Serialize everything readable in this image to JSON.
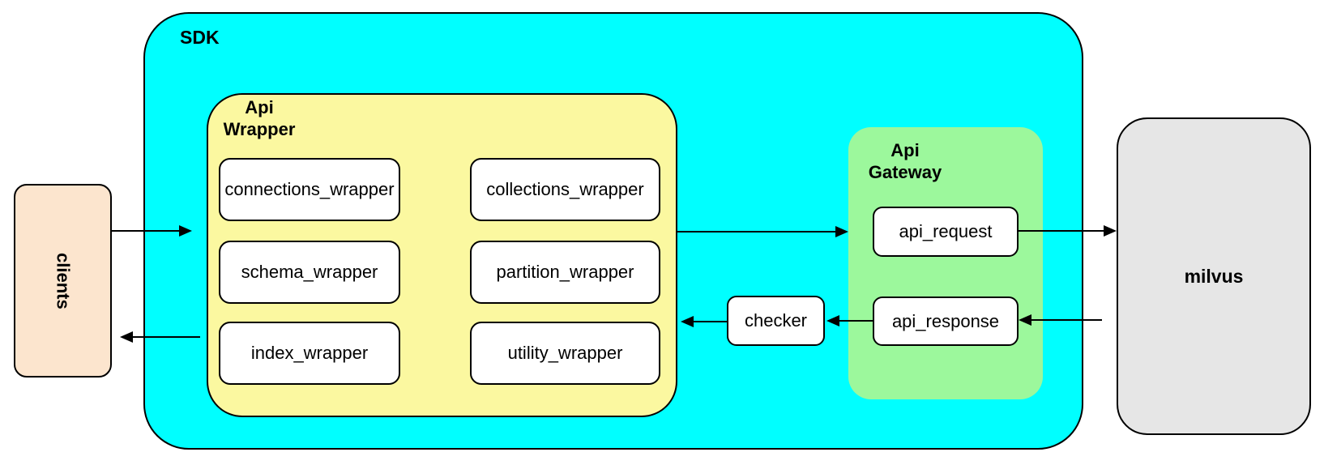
{
  "nodes": {
    "clients": {
      "label": "clients"
    },
    "sdk": {
      "label": "SDK"
    },
    "api_wrapper": {
      "label": [
        "Api",
        "Wrapper"
      ],
      "boxes": [
        "connections_wrapper",
        "collections_wrapper",
        "schema_wrapper",
        "partition_wrapper",
        "index_wrapper",
        "utility_wrapper"
      ]
    },
    "checker": {
      "label": "checker"
    },
    "api_gateway": {
      "label": [
        "Api",
        "Gateway"
      ],
      "boxes": [
        "api_request",
        "api_response"
      ]
    },
    "milvus": {
      "label": "milvus"
    }
  },
  "edges": [
    {
      "from": "clients",
      "to": "sdk"
    },
    {
      "from": "api_wrapper",
      "to": "api_gateway"
    },
    {
      "from": "api_request",
      "to": "milvus"
    },
    {
      "from": "milvus",
      "to": "api_response"
    },
    {
      "from": "api_response",
      "to": "checker"
    },
    {
      "from": "checker",
      "to": "api_wrapper"
    },
    {
      "from": "api_wrapper",
      "to": "clients"
    }
  ],
  "colors": {
    "sdk_fill": "#00ffff",
    "api_wrapper_fill": "#fbf8a0",
    "api_gateway_fill": "#9cf89c",
    "clients_fill": "#fce5ce",
    "milvus_fill": "#e6e6e6",
    "box_fill": "#ffffff",
    "stroke": "#000000"
  }
}
